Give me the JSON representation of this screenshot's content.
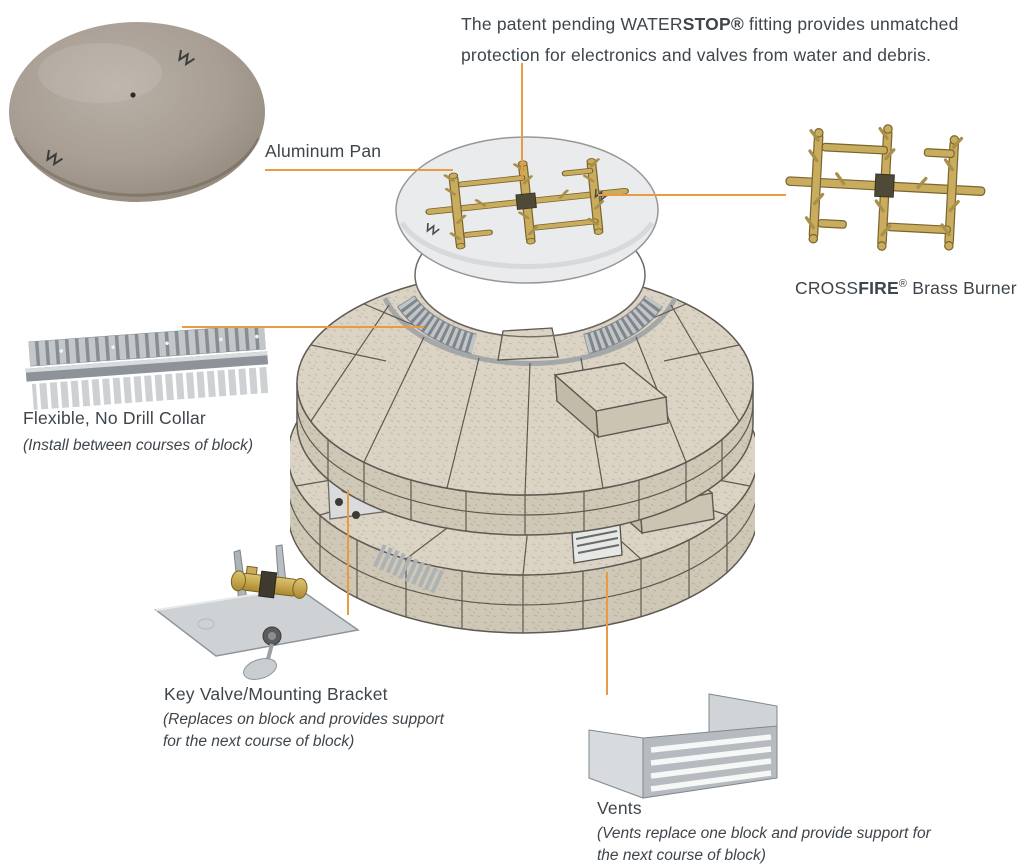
{
  "colors": {
    "accent_line": "#E89B42",
    "text": "#3E454B",
    "stone": "#DBD3C4",
    "pan_gray": "#EAEBEC",
    "brass": "#C9AC5E",
    "metal_gray": "#C2C7CA"
  },
  "note": {
    "line1_regular": "The patent pending WATER",
    "line1_bold": "STOP®",
    "line1_rest": " fitting provides unmatched",
    "line2": "protection for electronics and valves from water and debris."
  },
  "labels": {
    "aluminum_pan": "Aluminum Pan",
    "burner": {
      "seg_regular": "CROSS",
      "seg_bold": "FIRE",
      "seg_mark": "®",
      "seg_rest": " Brass Burner"
    },
    "collar": {
      "title": "Flexible, No Drill Collar",
      "subtitle": "(Install between courses of block)"
    },
    "key_valve": {
      "title": "Key Valve/Mounting Bracket",
      "subtitle_line1": "(Replaces on block and provides support",
      "subtitle_line2": "for the next course of block)"
    },
    "vents": {
      "title": "Vents",
      "subtitle_line1": "(Vents replace one block and provide support for",
      "subtitle_line2": "the next course of block)"
    }
  }
}
